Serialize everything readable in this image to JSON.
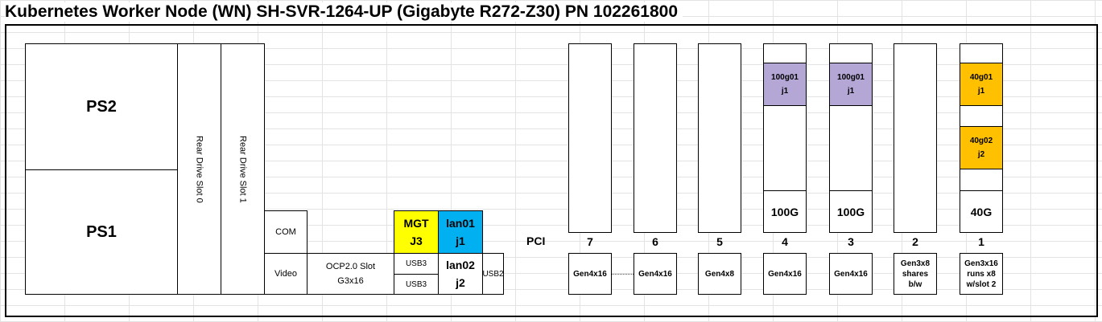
{
  "title": "Kubernetes Worker Node (WN) SH-SVR-1264-UP (Gigabyte R272-Z30) PN 102261800",
  "colors": {
    "mgt": "#ffff00",
    "lan01": "#00b0f0",
    "nic100g": "#b4a7d6",
    "nic40g": "#ffc000"
  },
  "power": {
    "ps2": "PS2",
    "ps1": "PS1"
  },
  "rear_drives": {
    "slot0": "Rear Drive Slot 0",
    "slot1": "Rear Drive Slot 1"
  },
  "ports": {
    "com": "COM",
    "video": "Video",
    "ocp_line1": "OCP2.0 Slot",
    "ocp_line2": "G3x16",
    "usb3_top": "USB3",
    "usb3_bottom": "USB3",
    "mgt_line1": "MGT",
    "mgt_line2": "J3",
    "lan01_line1": "lan01",
    "lan01_line2": "j1",
    "lan02_line1": "lan02",
    "lan02_line2": "j2",
    "usb2": "USB2"
  },
  "pci_label": "PCI",
  "pci_slots": [
    {
      "number": "7",
      "gen_lines": [
        "Gen4x16"
      ]
    },
    {
      "number": "6",
      "gen_lines": [
        "Gen4x16"
      ]
    },
    {
      "number": "5",
      "gen_lines": [
        "Gen4x8"
      ]
    },
    {
      "number": "4",
      "gen_lines": [
        "Gen4x16"
      ],
      "speed": "100G",
      "cards": [
        {
          "port": "100g01",
          "jack": "j1"
        }
      ]
    },
    {
      "number": "3",
      "gen_lines": [
        "Gen4x16"
      ],
      "speed": "100G",
      "cards": [
        {
          "port": "100g01",
          "jack": "j1"
        }
      ]
    },
    {
      "number": "2",
      "gen_lines": [
        "Gen3x8",
        "shares",
        "b/w"
      ]
    },
    {
      "number": "1",
      "gen_lines": [
        "Gen3x16",
        "runs x8",
        "w/slot 2"
      ],
      "speed": "40G",
      "cards": [
        {
          "port": "40g01",
          "jack": "j1"
        },
        {
          "port": "40g02",
          "jack": "j2"
        }
      ]
    }
  ]
}
